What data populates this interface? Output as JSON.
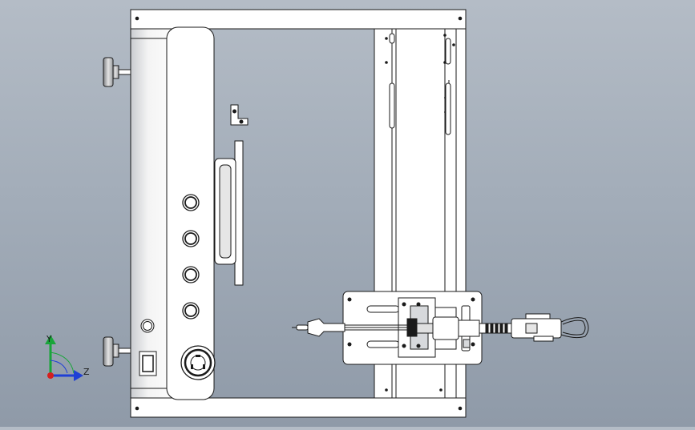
{
  "view": {
    "type": "cad-assembly-drawing",
    "background_colors": [
      "#b4bcc6",
      "#8f9aa8"
    ],
    "line_color": "#1a1a1a",
    "part_fill": "#ffffff",
    "shade_fill": "#d7d9dc"
  },
  "triad": {
    "y_label": "Y",
    "z_label": "Z",
    "y_color": "#19a53a",
    "z_color": "#1f3fd6",
    "x_color": "#d61f1f"
  }
}
